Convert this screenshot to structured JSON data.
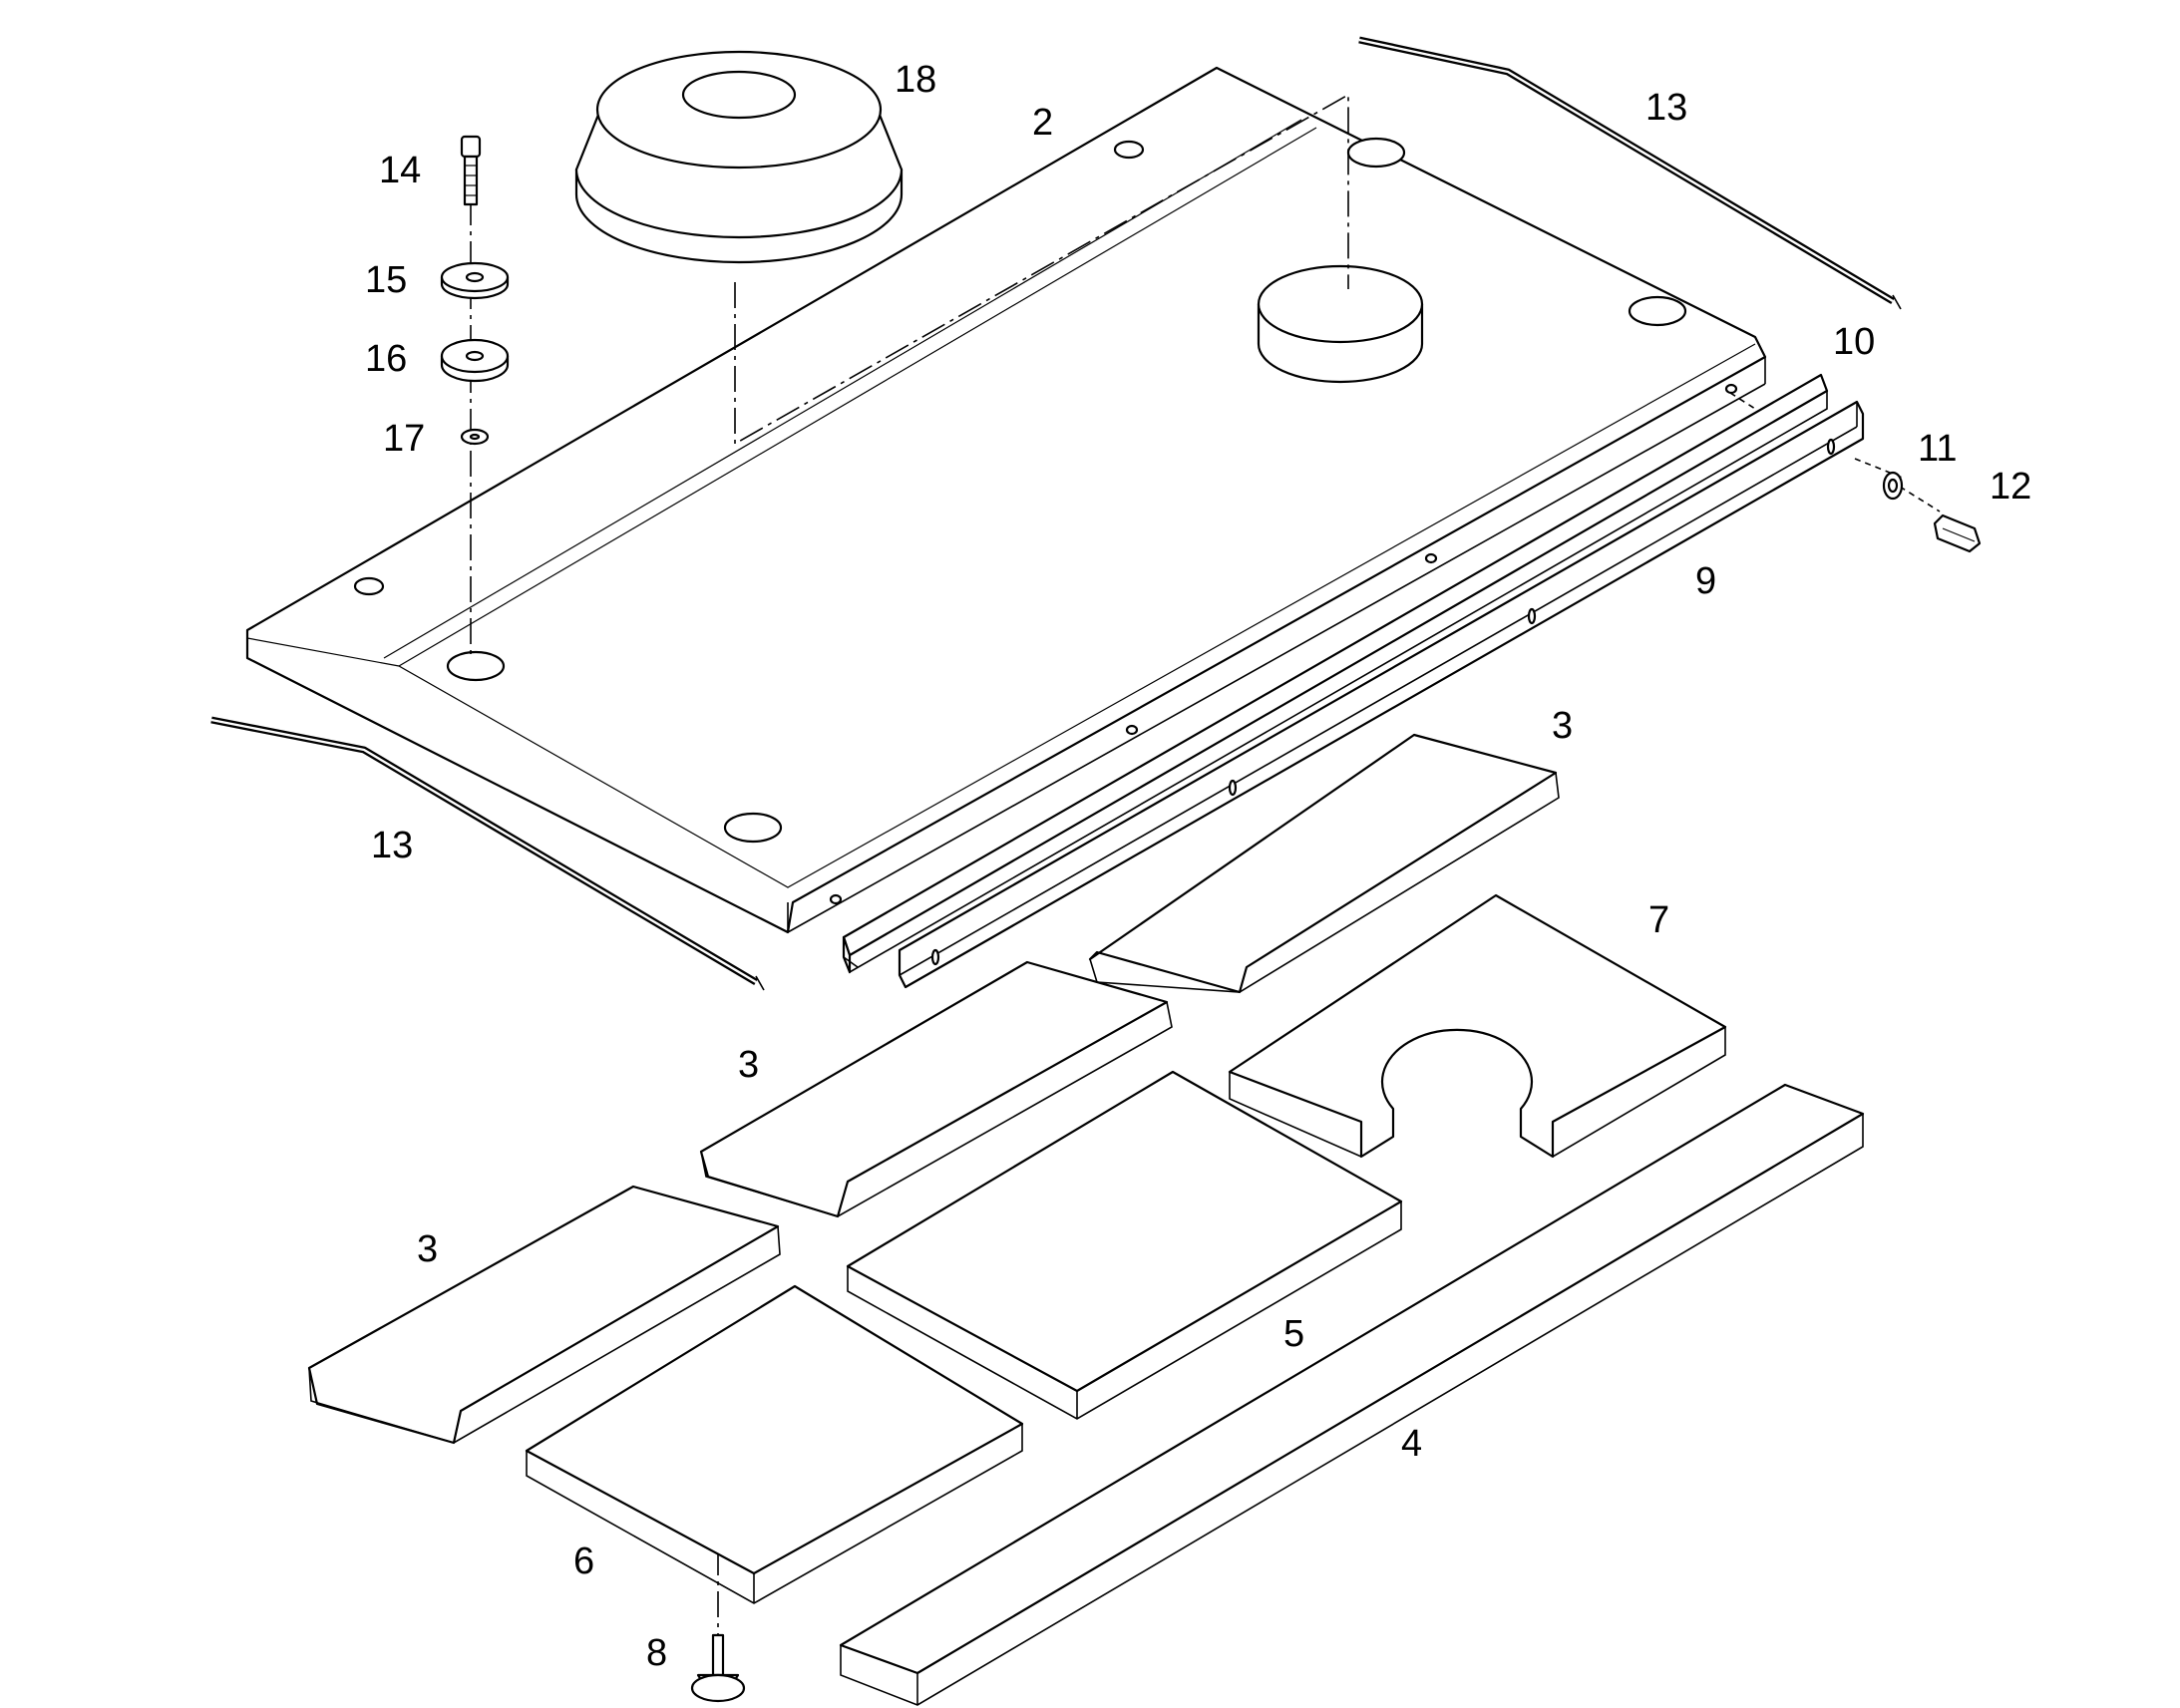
{
  "labels": {
    "p2": "2",
    "p3a": "3",
    "p3b": "3",
    "p3c": "3",
    "p4": "4",
    "p5": "5",
    "p6": "6",
    "p7": "7",
    "p8": "8",
    "p9": "9",
    "p10": "10",
    "p11": "11",
    "p12": "12",
    "p13a": "13",
    "p13b": "13",
    "p14": "14",
    "p15": "15",
    "p16": "16",
    "p17": "17",
    "p18": "18"
  }
}
